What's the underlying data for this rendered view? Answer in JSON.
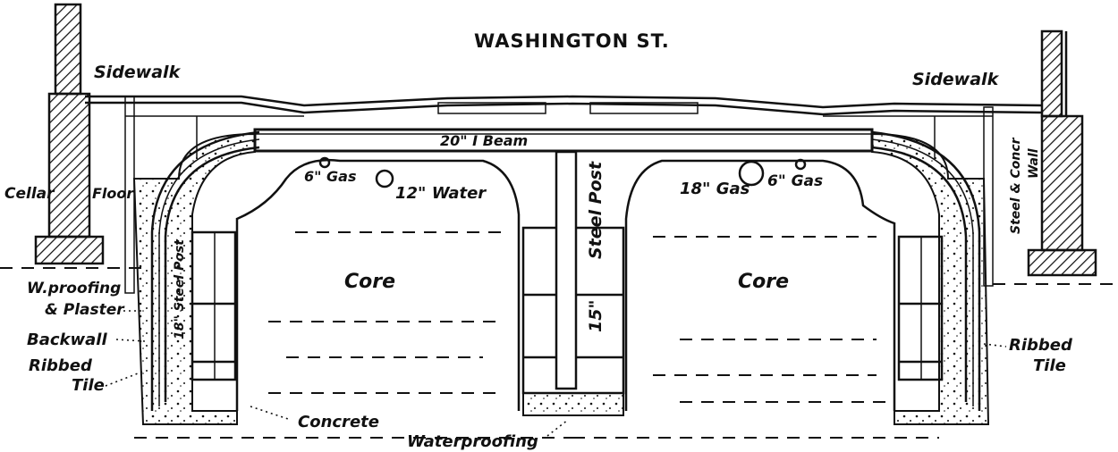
{
  "title": "WASHINGTON ST.",
  "labels": {
    "sidewalk_left": "Sidewalk",
    "sidewalk_right": "Sidewalk",
    "beam": "20\" I Beam",
    "gas_6_left": "6\" Gas",
    "water_12": "12\" Water",
    "gas_18": "18\" Gas",
    "gas_6_right": "6\" Gas",
    "cellar": "Cellar",
    "floor": "Floor",
    "steel_conc_wall_1": "Steel & Concr",
    "steel_conc_wall_2": "Wall",
    "core_left": "Core",
    "core_right": "Core",
    "steel_post_center": "Steel Post",
    "post_size_center": "15\"",
    "steel_post_left": "18\" Steel Post",
    "wproofing_1": "W.proofing",
    "wproofing_2": "& Plaster",
    "backwall": "Backwall",
    "ribbed_left_1": "Ribbed",
    "ribbed_left_2": "Tile",
    "ribbed_right_1": "Ribbed",
    "ribbed_right_2": "Tile",
    "concrete": "Concrete",
    "waterproofing": "Waterproofing"
  }
}
